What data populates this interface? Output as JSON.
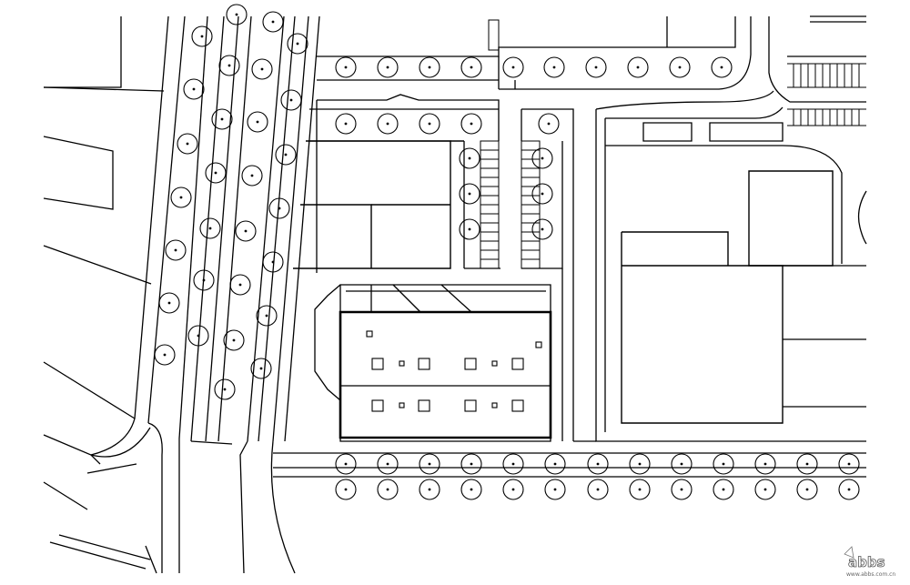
{
  "drawing": {
    "type": "site plan",
    "line_color": "#000000",
    "background_color": "#ffffff"
  },
  "watermark": {
    "logo_text": "abbs",
    "url_text": "www.abbs.com.cn"
  }
}
